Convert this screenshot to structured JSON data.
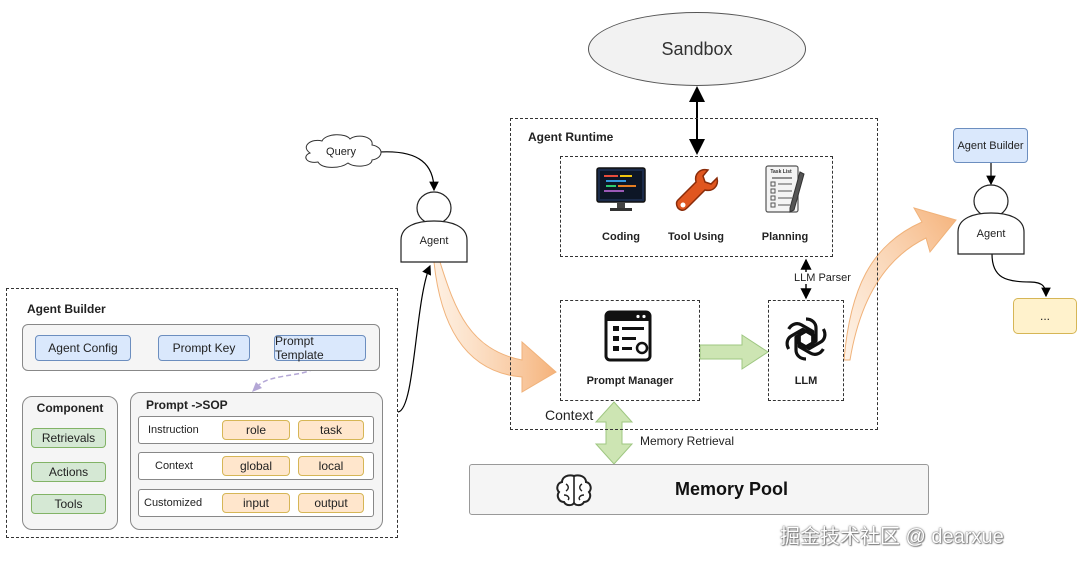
{
  "sandbox": "Sandbox",
  "query": "Query",
  "agent_label": "Agent",
  "runtime": {
    "title": "Agent Runtime",
    "tools": [
      {
        "label": "Coding",
        "icon": "monitor-code-icon"
      },
      {
        "label": "Tool Using",
        "icon": "wrench-icon"
      },
      {
        "label": "Planning",
        "icon": "task-list-icon",
        "icon_caption": "Task List"
      }
    ],
    "prompt_manager": "Prompt Manager",
    "llm": "LLM",
    "llm_parser": "LLM Parser"
  },
  "context_label": "Context",
  "memory_retrieval": "Memory Retrieval",
  "memory_pool": "Memory Pool",
  "builder": {
    "title": "Agent Builder",
    "flow": [
      "Agent Config",
      "Prompt Key",
      "Prompt Template"
    ],
    "component": {
      "title": "Component",
      "items": [
        "Retrievals",
        "Actions",
        "Tools"
      ]
    },
    "sop": {
      "title": "Prompt ->SOP",
      "rows": [
        {
          "label": "Instruction",
          "values": [
            "role",
            "task"
          ]
        },
        {
          "label": "Context",
          "values": [
            "global",
            "local"
          ]
        },
        {
          "label": "Customized",
          "values": [
            "input",
            "output"
          ]
        }
      ]
    }
  },
  "right": {
    "agent_builder": "Agent Builder",
    "agent": "Agent",
    "ellipsis": "..."
  },
  "watermark": "掘金技术社区 @ dearxue",
  "colors": {
    "blue_fill": "#dae8fc",
    "green_fill": "#d5e8d4",
    "orange_fill": "#ffe6cc",
    "yellow_fill": "#fff2cc",
    "grey_fill": "#f5f5f5"
  }
}
